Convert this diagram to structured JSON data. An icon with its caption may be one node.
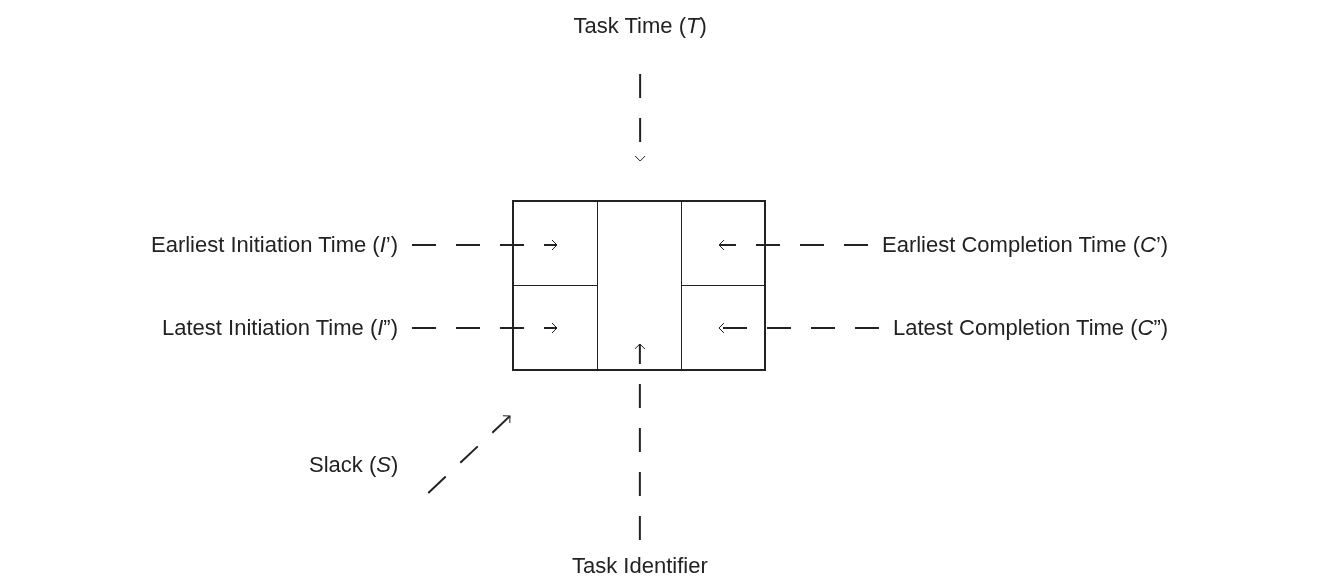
{
  "diagram": {
    "nodes": [
      {
        "text": [],
        "shape": "box"
      },
      {
        "text": [],
        "shape": "box",
        "in": 0
      },
      {
        "text": [],
        "shape": "box",
        "in": 0
      },
      {
        "text": [],
        "shape": "box",
        "in": 0
      },
      {
        "text": [],
        "shape": "box",
        "in": 0
      },
      {
        "text": [],
        "shape": "box",
        "in": 0
      },
      {
        "text": [
          "Task Time (*T*)"
        ]
      },
      {
        "text": [
          "Earliest Initiation Time (*I*’)"
        ]
      },
      {
        "text": [
          "Earliest Completion Time (*C*’)"
        ]
      },
      {
        "text": [
          "Latest Initiation Time (*I*”)"
        ]
      },
      {
        "text": [
          "Latest Completion Time (*C*”)"
        ]
      },
      {
        "text": [
          "Slack (*S*)"
        ]
      },
      {
        "text": [
          "Task Identifier"
        ]
      }
    ],
    "edges": [
      {
        "from": 6,
        "to": 2,
        "arrow": "to",
        "style": "dashed"
      },
      {
        "from": 7,
        "to": 1,
        "arrow": "to",
        "style": "dashed"
      },
      {
        "from": 8,
        "to": 3,
        "arrow": "to",
        "style": "dashed"
      },
      {
        "from": 9,
        "to": 4,
        "arrow": "to",
        "style": "dashed"
      },
      {
        "from": 10,
        "to": 5,
        "arrow": "to",
        "style": "dashed"
      },
      {
        "from": 11,
        "to": 0,
        "arrow": "to",
        "style": "dashed"
      },
      {
        "from": 12,
        "to": 2,
        "arrow": "to",
        "style": "dashed"
      }
    ]
  }
}
